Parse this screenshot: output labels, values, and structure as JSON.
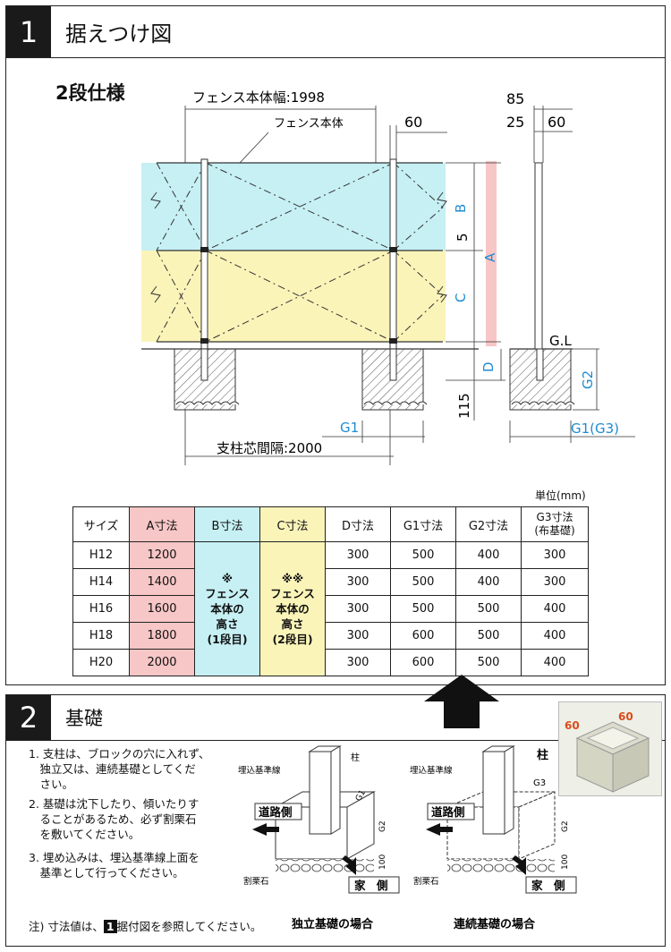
{
  "section1": {
    "number": "1",
    "title": "据えつけ図",
    "spec_title": "2段仕様",
    "labels": {
      "body_width": "フェンス本体幅:1998",
      "body": "フェンス本体",
      "post_width": "60",
      "post_depth_total": "85",
      "post_depth_a": "25",
      "post_depth_b": "60",
      "gap": "5",
      "gl": "G.L",
      "dim_b": "B",
      "dim_c": "C",
      "dim_a": "A",
      "dim_d": "D",
      "dim_115": "115",
      "dim_g2": "G2",
      "dim_g1": "G1",
      "dim_g1g3": "G1(G3)",
      "post_pitch": "支柱芯間隔:2000"
    },
    "colors": {
      "blue": "#c6f0f4",
      "yellow": "#fbf4b9",
      "pink": "#f7c6c6",
      "blue_text": "#1f8bd1"
    },
    "table": {
      "unit": "単位(mm)",
      "headers": [
        "サイズ",
        "A寸法",
        "B寸法",
        "C寸法",
        "D寸法",
        "G1寸法",
        "G2寸法",
        "G3寸法\n(布基礎)"
      ],
      "b_note": "※\nフェンス\n本体の\n高さ\n(1段目)",
      "c_note": "※※\nフェンス\n本体の\n高さ\n(2段目)",
      "rows": [
        {
          "size": "H12",
          "a": "1200",
          "d": "300",
          "g1": "500",
          "g2": "400",
          "g3": "300"
        },
        {
          "size": "H14",
          "a": "1400",
          "d": "300",
          "g1": "500",
          "g2": "400",
          "g3": "300"
        },
        {
          "size": "H16",
          "a": "1600",
          "d": "300",
          "g1": "500",
          "g2": "500",
          "g3": "400"
        },
        {
          "size": "H18",
          "a": "1800",
          "d": "300",
          "g1": "600",
          "g2": "500",
          "g3": "400"
        },
        {
          "size": "H20",
          "a": "2000",
          "d": "300",
          "g1": "600",
          "g2": "500",
          "g3": "400"
        }
      ]
    }
  },
  "section2": {
    "number": "2",
    "title": "基礎",
    "notes": [
      "1. 支柱は、ブロックの穴に入れず、\n　独立又は、連続基礎としてくだ\n　さい。",
      "2. 基礎は沈下したり、傾いたりす\n　ることがあるため、必ず割栗石\n　を敷いてください。",
      "3. 埋め込みは、埋込基準線上面を\n　基準として行ってください。"
    ],
    "footnote_pre": "注) 寸法値は、",
    "footnote_num": "1",
    "footnote_post": "据付図を参照してください。",
    "diagram_labels": {
      "post": "柱",
      "embed_line": "埋込基準線",
      "road_side": "道路側",
      "house_side": "家　側",
      "rubble": "割栗石",
      "g1": "G1",
      "g2": "G2",
      "g3": "G3",
      "d100": "100",
      "independent": "独立基礎の場合",
      "continuous": "連続基礎の場合"
    },
    "photo_dims": {
      "w": "60",
      "d": "60"
    }
  }
}
